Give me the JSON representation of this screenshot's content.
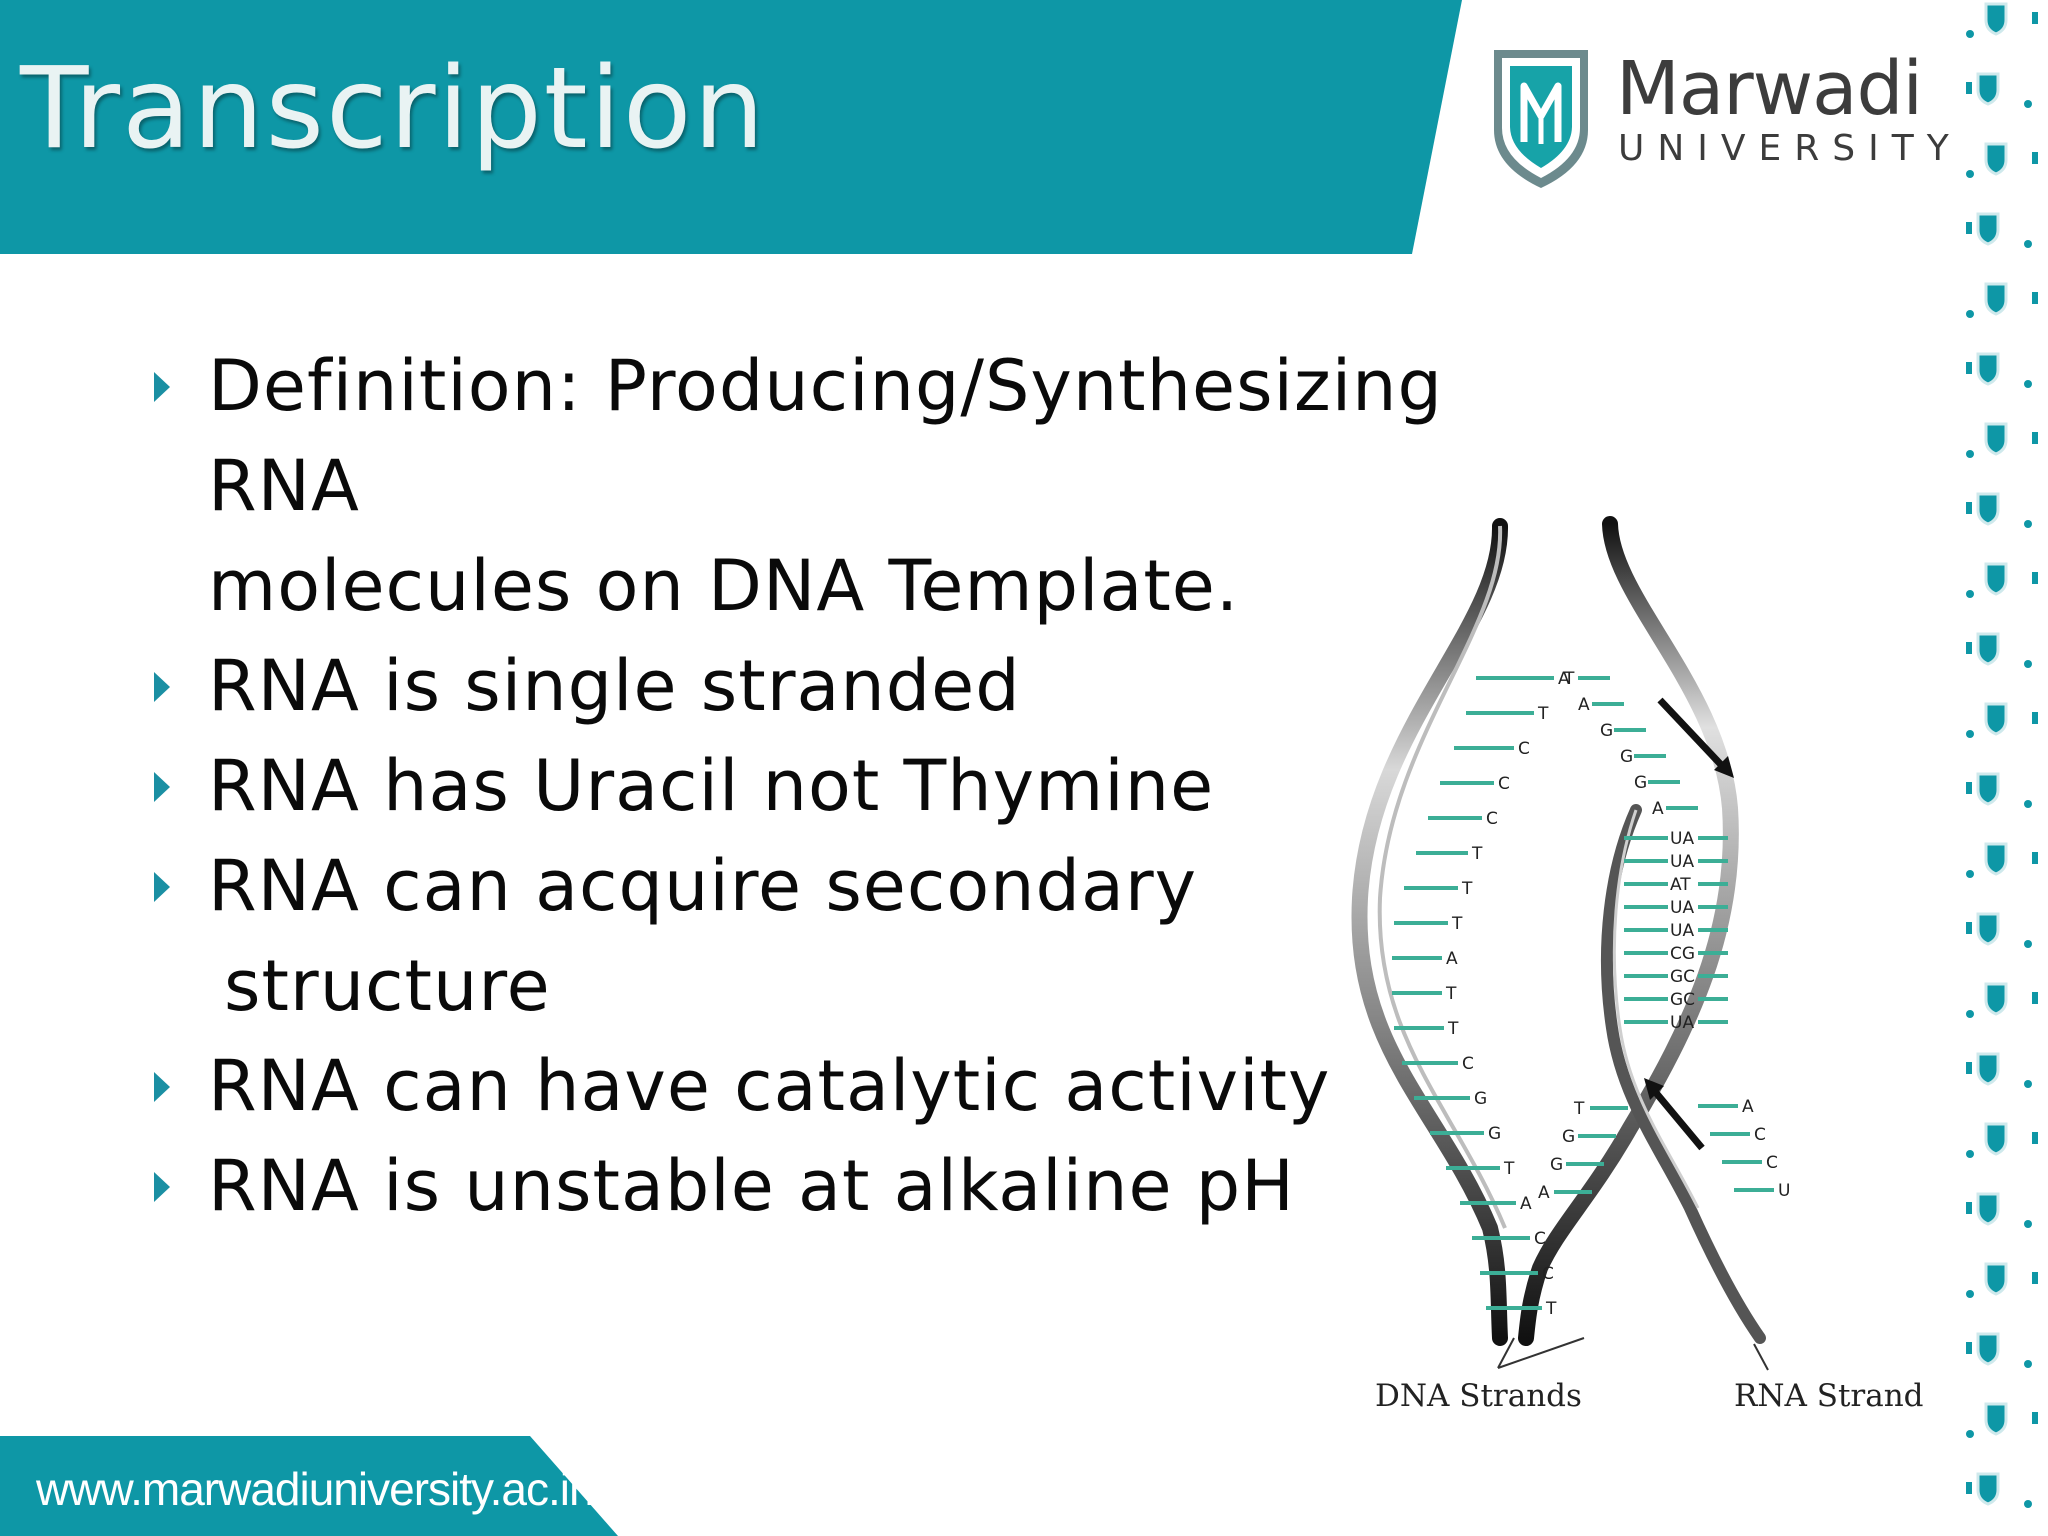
{
  "slide": {
    "title": "Transcription",
    "colors": {
      "teal": "#0e97a6",
      "bullet": "#1a8fa3",
      "dna_rung": "#3cae96"
    }
  },
  "logo": {
    "name": "Marwadi",
    "subtitle": "UNIVERSITY",
    "emblem_letter": "M"
  },
  "bullets": [
    {
      "line1": "Definition: Producing/Synthesizing RNA",
      "line2": "molecules on DNA Template."
    },
    {
      "line1": "RNA is single stranded"
    },
    {
      "line1": "RNA has Uracil not Thymine"
    },
    {
      "line1": "RNA can acquire secondary",
      "line2": "structure"
    },
    {
      "line1": "RNA can have catalytic activity"
    },
    {
      "line1": "RNA is unstable at alkaline pH"
    }
  ],
  "diagram": {
    "label_dna": "DNA Strands",
    "label_rna": "RNA Strand",
    "left_bases": [
      "A",
      "T",
      "C",
      "C",
      "C",
      "T",
      "T",
      "T",
      "A",
      "T",
      "T",
      "C",
      "G",
      "G",
      "T",
      "A",
      "C",
      "C",
      "T"
    ],
    "right_top_bases": [
      "T",
      "A",
      "G",
      "G",
      "G",
      "A"
    ],
    "pairs": [
      "UA",
      "UA",
      "AT",
      "UA",
      "UA",
      "CG",
      "GC",
      "GC",
      "UA"
    ],
    "right_bottom_inner": [
      "T",
      "G",
      "G",
      "A"
    ],
    "right_bottom_outer": [
      "A",
      "C",
      "C",
      "U"
    ]
  },
  "footer": {
    "url": "www.marwadiuniversity.ac.in"
  }
}
